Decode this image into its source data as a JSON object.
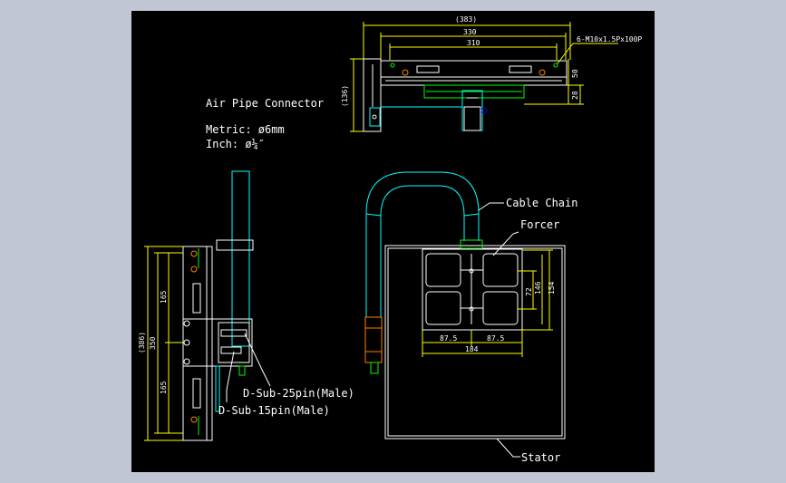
{
  "colors": {
    "background": "#c1c6d4",
    "viewport": "#000000",
    "outline": "#ffffff",
    "dimension": "#ffff00",
    "accent": "#00ffff",
    "part": "#00ff00",
    "marker": "#ff7f00"
  },
  "top_view": {
    "dim_383": "(383)",
    "dim_330": "330",
    "dim_310": "310",
    "dim_136": "(136)",
    "dim_50": "50",
    "dim_28": "28",
    "thread_note": "6-M10x1.5Px100P"
  },
  "side_view": {
    "dim_386": "(386)",
    "dim_350": "350",
    "dim_165_top": "165",
    "dim_165_bottom": "165"
  },
  "forcer_view": {
    "dim_72": "72",
    "dim_146": "146",
    "dim_154": "154",
    "dim_87_5_left": "87.5",
    "dim_87_5_right": "87.5",
    "dim_184": "184"
  },
  "labels": {
    "air_pipe": "Air Pipe Connector",
    "metric": "Metric: ø6mm",
    "inch": "Inch: ø¼″",
    "cable_chain": "Cable Chain",
    "forcer": "Forcer",
    "dsub25": "D-Sub-25pin(Male)",
    "dsub15": "D-Sub-15pin(Male)",
    "stator": "Stator"
  }
}
